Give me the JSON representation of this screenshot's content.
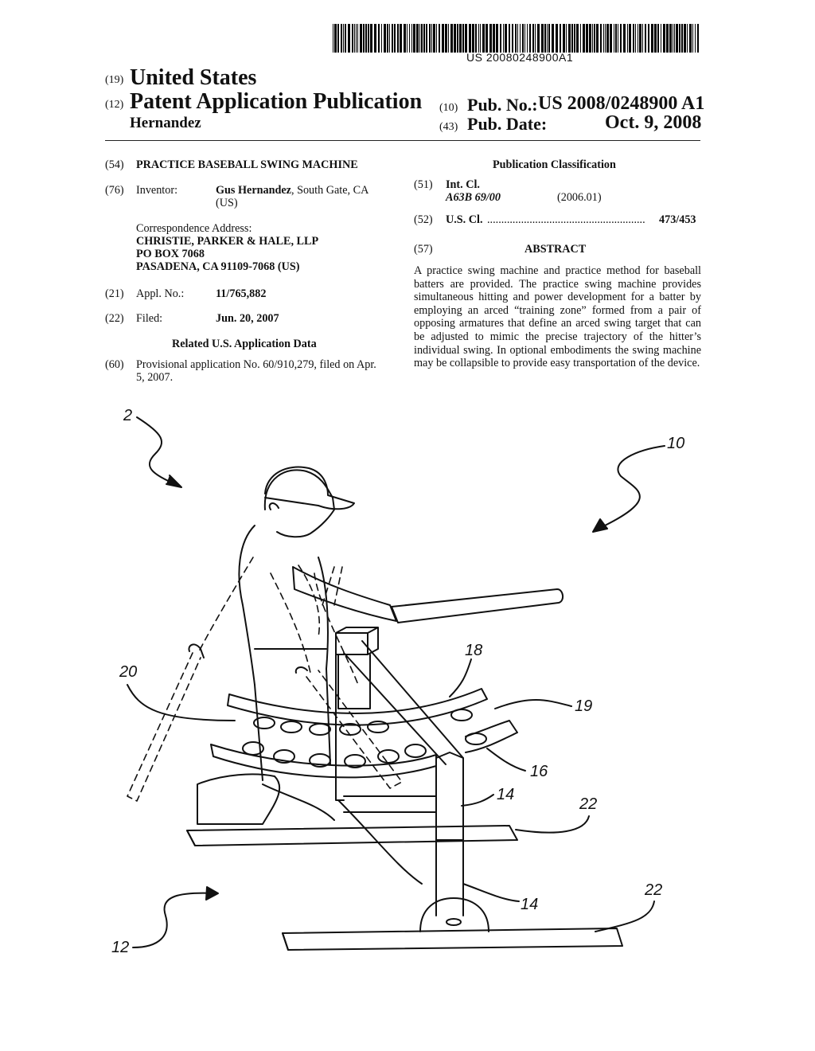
{
  "header": {
    "barcode_number": "US 20080248900A1",
    "country_code": "(19)",
    "country": "United States",
    "type_code": "(12)",
    "type": "Patent Application Publication",
    "inventor_surname": "Hernandez",
    "pub_no_code": "(10)",
    "pub_no_label": "Pub. No.:",
    "pub_no_value": "US 2008/0248900 A1",
    "pub_date_code": "(43)",
    "pub_date_label": "Pub. Date:",
    "pub_date_value": "Oct. 9, 2008"
  },
  "left_column": {
    "title_code": "(54)",
    "title": "PRACTICE BASEBALL SWING MACHINE",
    "inventor_code": "(76)",
    "inventor_label": "Inventor:",
    "inventor_name": "Gus Hernandez",
    "inventor_location_line1": ", South Gate, CA",
    "inventor_location_line2": "(US)",
    "corr_label": "Correspondence Address:",
    "corr_line1": "CHRISTIE, PARKER & HALE, LLP",
    "corr_line2": "PO BOX 7068",
    "corr_line3": "PASADENA, CA 91109-7068 (US)",
    "appl_code": "(21)",
    "appl_label": "Appl. No.:",
    "appl_value": "11/765,882",
    "filed_code": "(22)",
    "filed_label": "Filed:",
    "filed_value": "Jun. 20, 2007",
    "related_heading": "Related U.S. Application Data",
    "prov_code": "(60)",
    "prov_line1": "Provisional application No. 60/910,279, filed on Apr.",
    "prov_line2": "5, 2007."
  },
  "right_column": {
    "pub_class_heading": "Publication Classification",
    "intcl_code": "(51)",
    "intcl_label": "Int. Cl.",
    "intcl_class": "A63B 69/00",
    "intcl_year": "(2006.01)",
    "uscl_code": "(52)",
    "uscl_label": "U.S. Cl.",
    "uscl_dots": "........................................................",
    "uscl_value": "473/453",
    "abstract_code": "(57)",
    "abstract_heading": "ABSTRACT",
    "abstract_text": "A practice swing machine and practice method for baseball batters are provided. The practice swing machine provides simultaneous hitting and power development for a batter by employing an arced “training zone” formed from a pair of opposing armatures that define an arced swing target that can be adjusted to mimic the precise trajectory of the hitter’s individual swing. In optional embodiments the swing machine may be collapsible to provide easy transportation of the device."
  },
  "figure": {
    "labels": {
      "l2": "2",
      "l10": "10",
      "l18": "18",
      "l20": "20",
      "l19": "19",
      "l16": "16",
      "l14a": "14",
      "l22a": "22",
      "l14b": "14",
      "l22b": "22",
      "l12": "12"
    }
  }
}
